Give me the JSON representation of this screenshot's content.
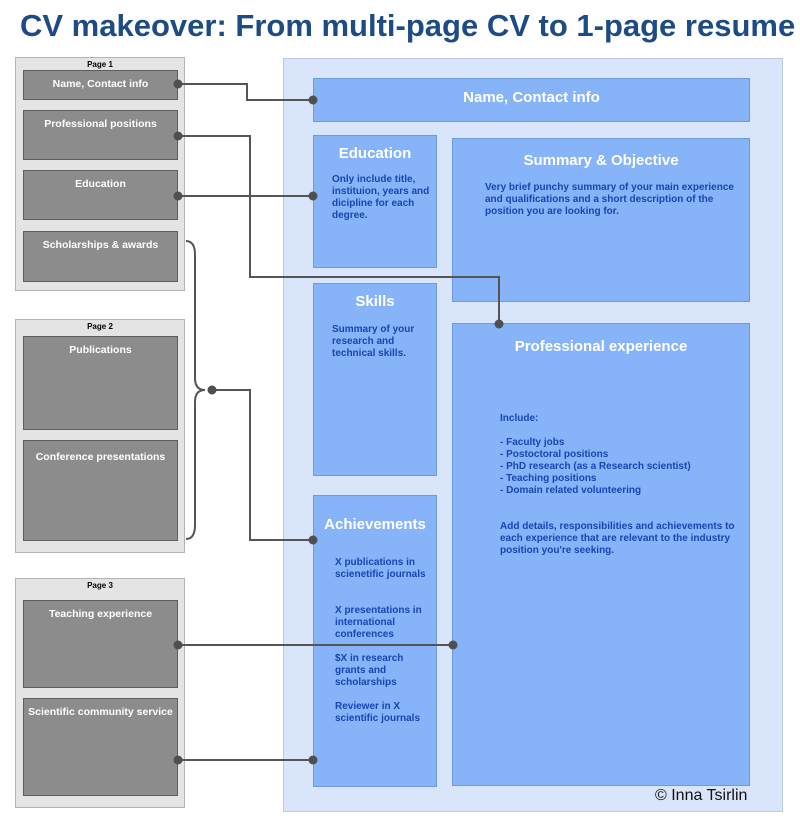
{
  "title": "CV makeover: From multi-page CV to 1-page resume",
  "cv_pages": [
    {
      "label": "Page 1",
      "sections": [
        "Name, Contact info",
        "Professional positions",
        "Education",
        "Scholarships & awards"
      ]
    },
    {
      "label": "Page 2",
      "sections": [
        "Publications",
        "Conference presentations"
      ]
    },
    {
      "label": "Page 3",
      "sections": [
        "Teaching experience",
        "Scientific community service"
      ]
    }
  ],
  "resume": {
    "name_contact": "Name, Contact info",
    "education": {
      "title": "Education",
      "body": "Only include title, instituion, years and dicipline for each degree."
    },
    "summary": {
      "title": "Summary & Objective",
      "body": "Very brief punchy summary of your main experience and qualifications and a short description of the position you are looking for."
    },
    "skills": {
      "title": "Skills",
      "body": "Summary of your research and technical skills."
    },
    "professional": {
      "title": "Professional experience",
      "include_label": "Include:",
      "items": [
        "- Faculty jobs",
        "- Postoctoral positions",
        "- PhD research (as a Research scientist)",
        "- Teaching positions",
        "- Domain related volunteering"
      ],
      "note": "Add details, responsibilities and achievements to each experience that are relevant to the industry position you're seeking."
    },
    "achievements": {
      "title": "Achievements",
      "items": [
        "X publications in scienetific journals",
        "X presentations in international conferences",
        "$X in research grants and scholarships",
        "Reviewer in X scientific journals"
      ]
    }
  },
  "credit": "© Inna Tsirlin"
}
